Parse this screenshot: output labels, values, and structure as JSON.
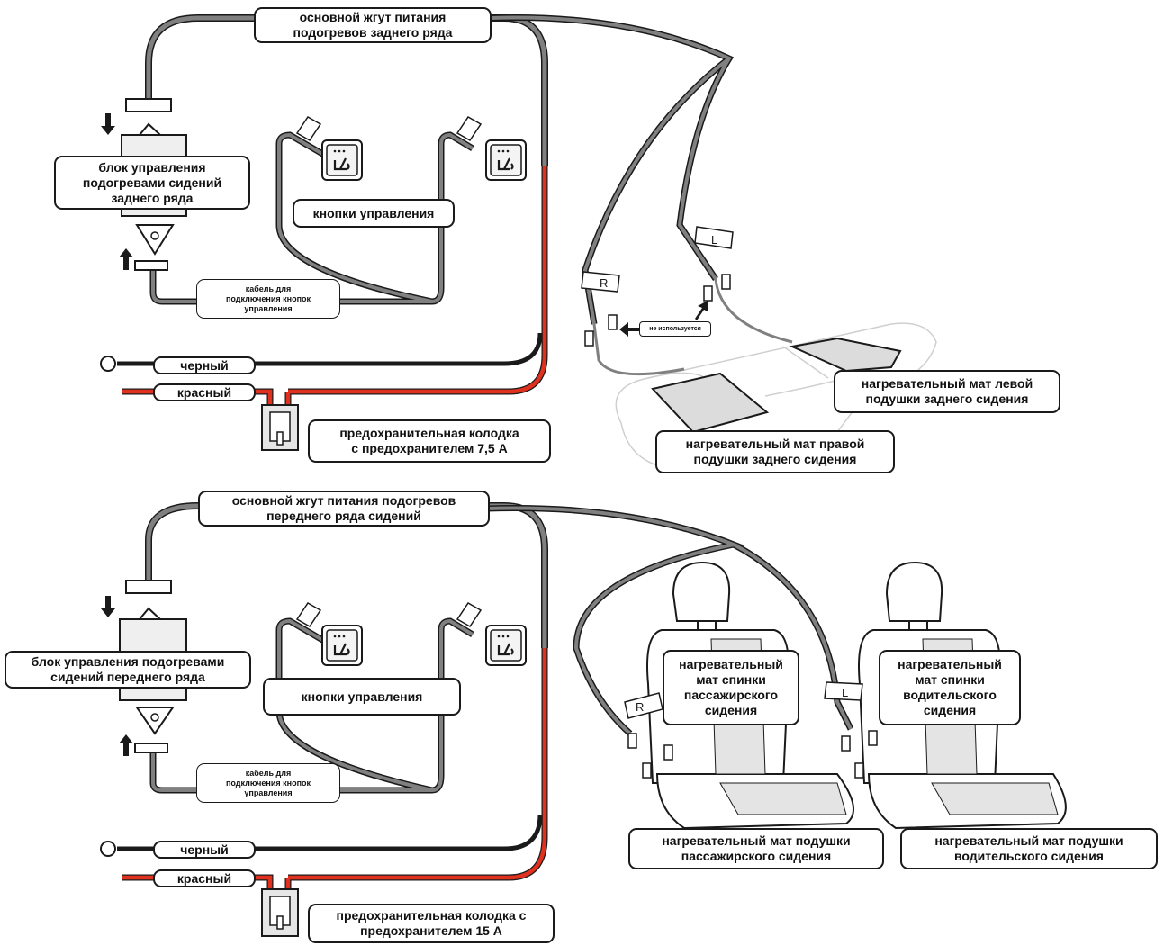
{
  "colors": {
    "harness": "#808080",
    "black_wire": "#1a1a1a",
    "red_wire": "#e0301e",
    "outline": "#1a1a1a",
    "seat_outline": "#cfcfcf"
  },
  "top": {
    "main_harness": "основной жгут питания\nподогревов заднего ряда",
    "control_unit": "блок управления\nподогревами сидений\nзаднего ряда",
    "buttons": "кнопки управления",
    "button_cable": "кабель для\nподключения кнопок\nуправления",
    "black": "черный",
    "red": "красный",
    "fuse": "предохранительная колодка\nс предохранителем 7,5 А",
    "not_used": "не используется",
    "mat_left": "нагревательный мат левой\nподушки заднего сидения",
    "mat_right": "нагревательный мат правой\nподушки заднего сидения",
    "tag_r": "R",
    "tag_l": "L"
  },
  "bottom": {
    "main_harness": "основной жгут питания подогревов\nпереднего ряда сидений",
    "control_unit": "блок управления подогревами\nсидений переднего ряда",
    "buttons": "кнопки управления",
    "button_cable": "кабель для\nподключения кнопок\nуправления",
    "black": "черный",
    "red": "красный",
    "fuse": "предохранительная колодка с\nпредохранителем 15 А",
    "back_passenger": "нагревательный\nмат спинки\nпассажирского\nсидения",
    "back_driver": "нагревательный\nмат спинки\nводительского\nсидения",
    "cushion_passenger": "нагревательный мат подушки\nпассажирского сидения",
    "cushion_driver": "нагревательный мат подушки\nводительского сидения",
    "tag_r": "R",
    "tag_l": "L"
  }
}
